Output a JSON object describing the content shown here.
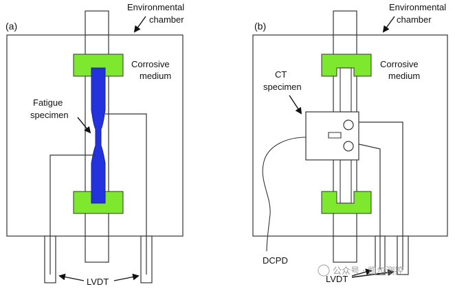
{
  "panels": {
    "a": {
      "tag": "(a)",
      "chamber_label": [
        "Environmental",
        "chamber"
      ],
      "medium_label": [
        "Corrosive",
        "medium"
      ],
      "specimen_label": [
        "Fatigue",
        "specimen"
      ],
      "sensor_label": "LVDT"
    },
    "b": {
      "tag": "(b)",
      "chamber_label": [
        "Environmental",
        "chamber"
      ],
      "medium_label": [
        "Corrosive",
        "medium"
      ],
      "specimen_label": [
        "CT",
        "specimen"
      ],
      "probe_label": "DCPD",
      "sensor_label": "LVDT"
    }
  },
  "watermark": "公众号 · 凯尔测控",
  "colors": {
    "medium": "#7ee82f",
    "fatigue_specimen": "#2233dd",
    "outline": "#333333"
  }
}
